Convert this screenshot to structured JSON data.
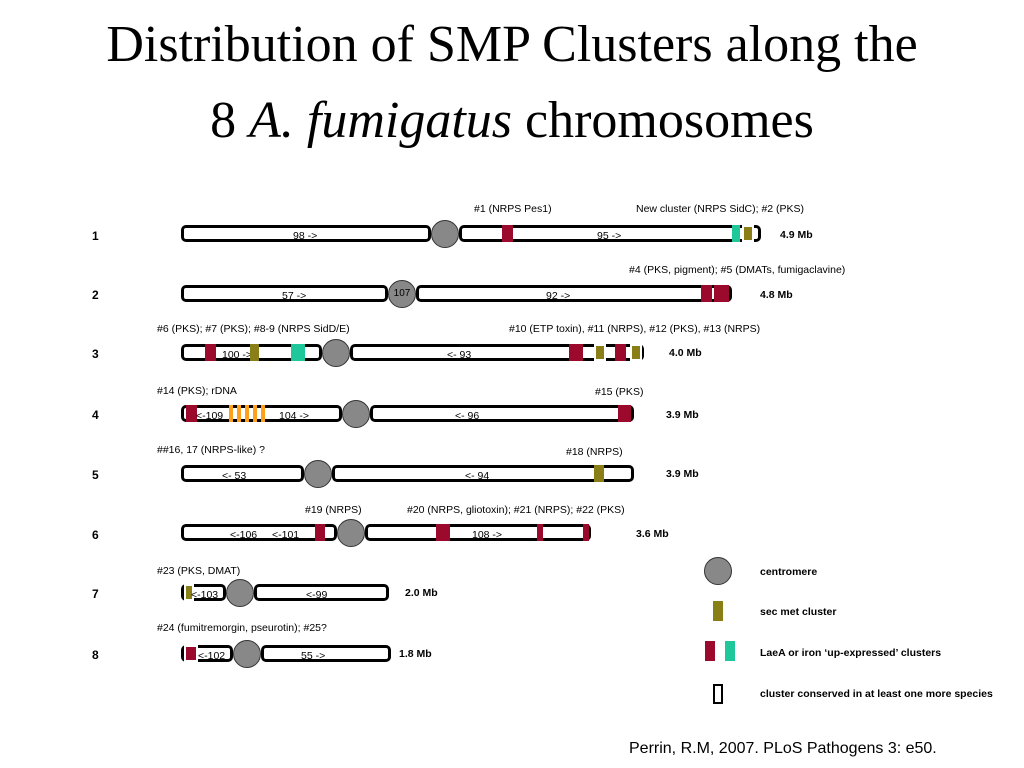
{
  "title": {
    "line1": "Distribution of SMP Clusters along the",
    "line2_prefix": "8 ",
    "line2_italic": "A. fumigatus",
    "line2_suffix": " chromosomes"
  },
  "chromosomes": [
    {
      "number": "1",
      "size": "4.9 Mb",
      "left_arm": "98 ->",
      "right_arm": "95 ->",
      "annotations": [
        "#1 (NRPS Pes1)",
        "New cluster (NRPS SidC); #2 (PKS)"
      ]
    },
    {
      "number": "2",
      "size": "4.8 Mb",
      "left_arm": "57 ->",
      "right_arm": "92 ->",
      "centromere_label": "107",
      "annotations": [
        "#4 (PKS, pigment); #5 (DMATs, fumigaclavine)"
      ]
    },
    {
      "number": "3",
      "size": "4.0 Mb",
      "left_arm": "100 ->",
      "right_arm": "<- 93",
      "annotations": [
        "#6 (PKS); #7 (PKS); #8-9 (NRPS SidD/E)",
        "#10 (ETP toxin), #11 (NRPS), #12 (PKS), #13 (NRPS)"
      ]
    },
    {
      "number": "4",
      "size": "3.9 Mb",
      "left_arm_a": "<-109",
      "left_arm_b": "104 ->",
      "right_arm": "<- 96",
      "annotations": [
        "#14 (PKS); rDNA",
        "#15 (PKS)"
      ]
    },
    {
      "number": "5",
      "size": "3.9 Mb",
      "left_arm": "<- 53",
      "right_arm": "<- 94",
      "annotations": [
        "##16, 17 (NRPS-like) ?",
        "#18 (NRPS)"
      ]
    },
    {
      "number": "6",
      "size": "3.6 Mb",
      "left_arm_a": "<-106",
      "left_arm_b": "<-101",
      "right_arm": "108 ->",
      "annotations": [
        "#19 (NRPS)",
        "#20 (NRPS, gliotoxin); #21 (NRPS); #22 (PKS)"
      ]
    },
    {
      "number": "7",
      "size": "2.0 Mb",
      "left_arm": "<-103",
      "right_arm": "<-99",
      "annotations": [
        "#23 (PKS, DMAT)"
      ]
    },
    {
      "number": "8",
      "size": "1.8 Mb",
      "left_arm": "<-102",
      "right_arm": "55 ->",
      "annotations": [
        "#24 (fumitremorgin, pseurotin); #25?"
      ]
    }
  ],
  "legend": {
    "centromere": "centromere",
    "sec_met": "sec met cluster",
    "laea": "LaeA or iron ‘up-expressed’ clusters",
    "conserved": "cluster conserved in at least one more species"
  },
  "citation": "Perrin, R.M, 2007. PLoS Pathogens 3: e50.",
  "colors": {
    "laea_red": "#9b0a2c",
    "sec_met_olive": "#8a7f17",
    "iron_teal": "#1ec89a",
    "rdna_orange": "#ff9f1a",
    "centromere_gray": "#888888"
  }
}
